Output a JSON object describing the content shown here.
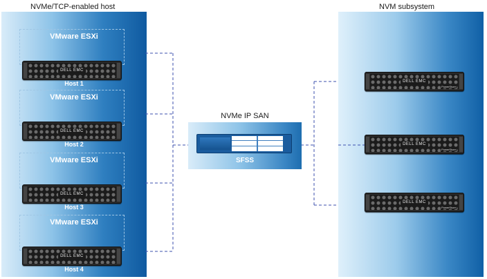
{
  "left_panel": {
    "title": "NVMe/TCP-enabled host",
    "hosts": [
      {
        "os": "VMware ESXi",
        "label": "Host 1",
        "brand": "DELL EMC"
      },
      {
        "os": "VMware ESXi",
        "label": "Host 2",
        "brand": "DELL EMC"
      },
      {
        "os": "VMware ESXi",
        "label": "Host 3",
        "brand": "DELL EMC"
      },
      {
        "os": "VMware ESXi",
        "label": "Host 4",
        "brand": "DELL EMC"
      }
    ]
  },
  "center": {
    "title": "NVMe IP SAN",
    "switch_label": "SFSS"
  },
  "right_panel": {
    "title": "NVM subsystem",
    "arrays": [
      {
        "brand": "DELL EMC",
        "model": "PowerStore"
      },
      {
        "brand": "DELL EMC",
        "model": "PowerStore"
      },
      {
        "brand": "DELL EMC",
        "model": "PowerStore"
      }
    ]
  },
  "colors": {
    "link": "#3b4fae",
    "panel_dark": "#0f5aa0",
    "panel_light": "#d9ecf9"
  }
}
